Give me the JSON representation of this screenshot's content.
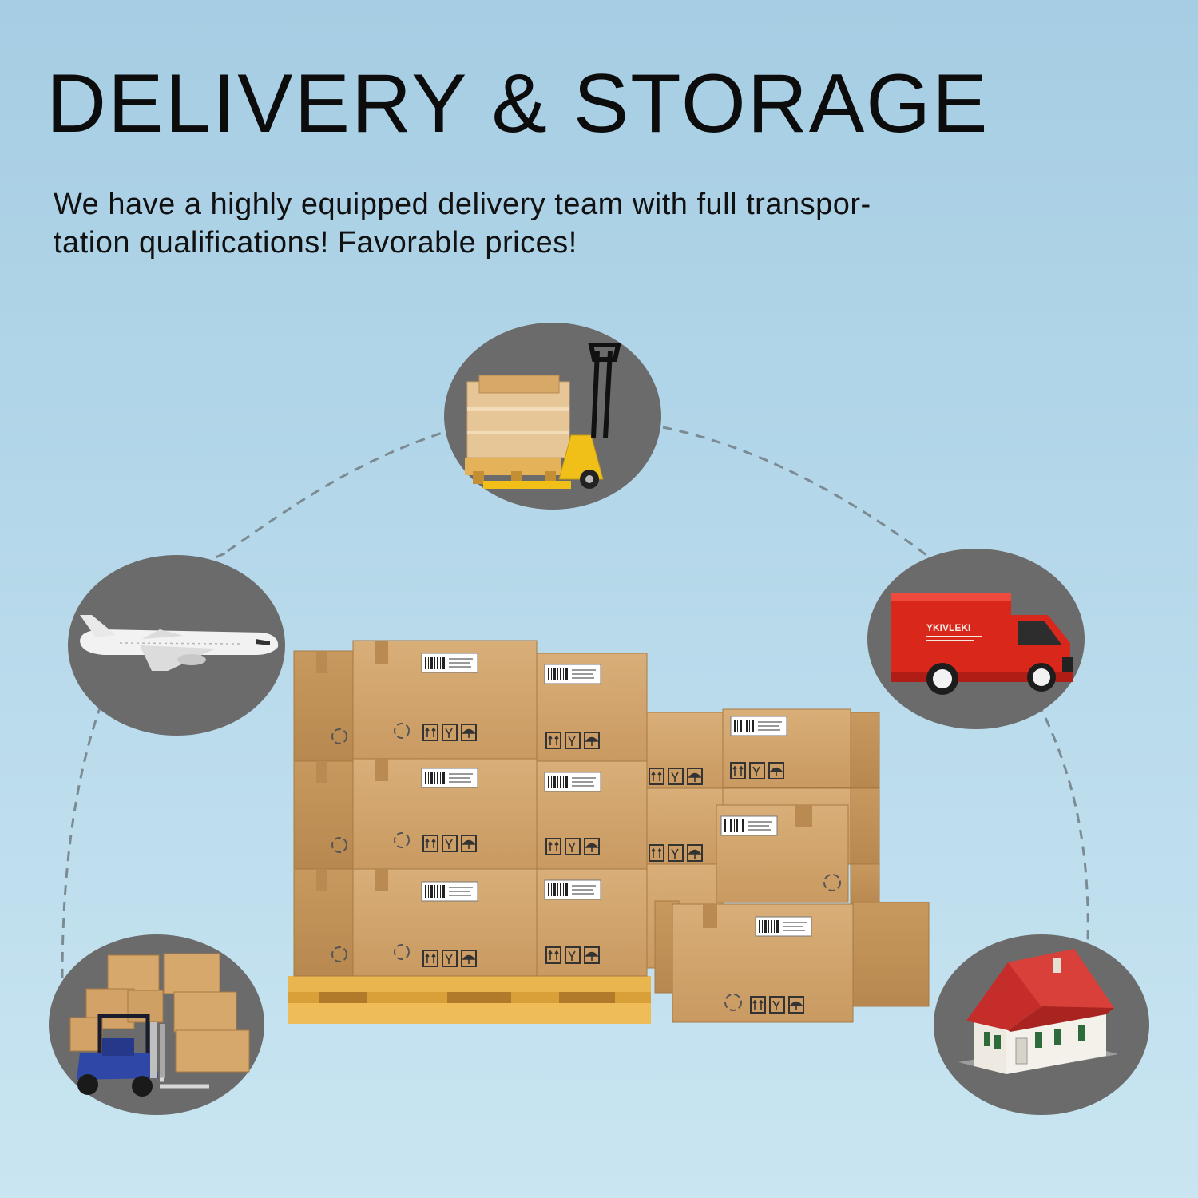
{
  "header": {
    "title": "DELIVERY & STORAGE",
    "description_lines": [
      "We have a highly equipped delivery team with full transpor-",
      "tation qualifications! Favorable prices!"
    ]
  },
  "truck": {
    "logo_text": "YKIVLEKI"
  },
  "colors": {
    "background_top": "#a6cde3",
    "background_bottom": "#c9e5f1",
    "circle_fill": "#6b6b6b",
    "cardboard": "#d4a872",
    "pallet": "#e7b24c",
    "truck_red": "#d9271c",
    "roof_red": "#c42d2a",
    "forklift_blue": "#2f48a8",
    "pallet_jack_yellow": "#f0c018"
  },
  "icons": [
    "pallet-jack-icon",
    "airplane-icon",
    "delivery-truck-icon",
    "forklift-icon",
    "house-icon",
    "cardboard-box-stack-icon"
  ]
}
